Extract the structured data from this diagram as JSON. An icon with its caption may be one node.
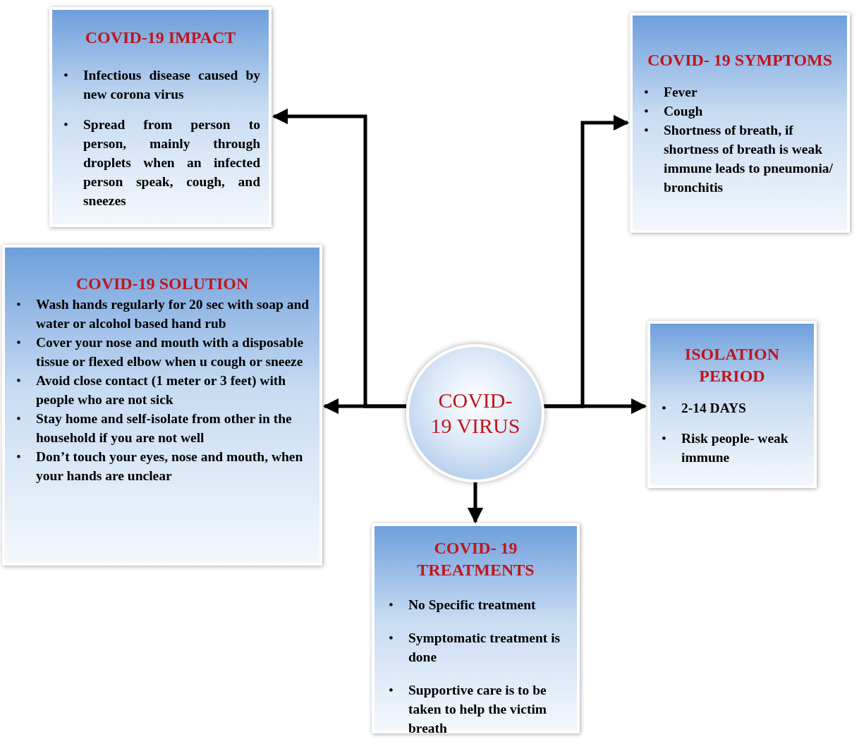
{
  "diagram": {
    "nodes": [
      {
        "text": [
          "COVID- 19 VIRUS"
        ]
      },
      {
        "text": [
          "COVID-19 IMPACT",
          "Infectious disease caused by new corona virus",
          "Spread from person to person, mainly through droplets when an infected person speak, cough, and sneezes"
        ]
      },
      {
        "text": [
          "COVID- 19 SYMPTOMS",
          "Fever",
          "Cough",
          "Shortness of breath, if shortness of breath is weak immune leads to pneumonia/ bronchitis"
        ]
      },
      {
        "text": [
          "COVID-19 SOLUTION",
          "Wash hands regularly for 20 sec with soap and water or alcohol based hand rub",
          "Cover your nose and mouth with a disposable tissue or flexed elbow when u cough or sneeze",
          "Avoid close contact (1 meter or 3 feet) with people who are not sick",
          "Stay home and self-isolate from other in the household if you are not well",
          "Don’t touch your eyes, nose and mouth, when your hands are unclear"
        ]
      },
      {
        "text": [
          "ISOLATION PERIOD",
          "2-14 DAYS",
          "Risk people- weak immune"
        ]
      },
      {
        "text": [
          "COVID- 19 TREATMENTS",
          "No Specific treatment",
          "Symptomatic treatment is done",
          "Supportive care is to be taken to help the victim breath"
        ]
      }
    ],
    "edges": [
      {
        "from": 0,
        "to": 1,
        "arrow": "to"
      },
      {
        "from": 0,
        "to": 2,
        "arrow": "to"
      },
      {
        "from": 0,
        "to": 3,
        "arrow": "to"
      },
      {
        "from": 0,
        "to": 4,
        "arrow": "to"
      },
      {
        "from": 0,
        "to": 5,
        "arrow": "to"
      }
    ],
    "labels": [
      "•",
      "•",
      "•",
      "•",
      "•",
      "•",
      "•",
      "•",
      "•",
      "•",
      "•",
      "•",
      "•",
      "•",
      "•"
    ]
  }
}
